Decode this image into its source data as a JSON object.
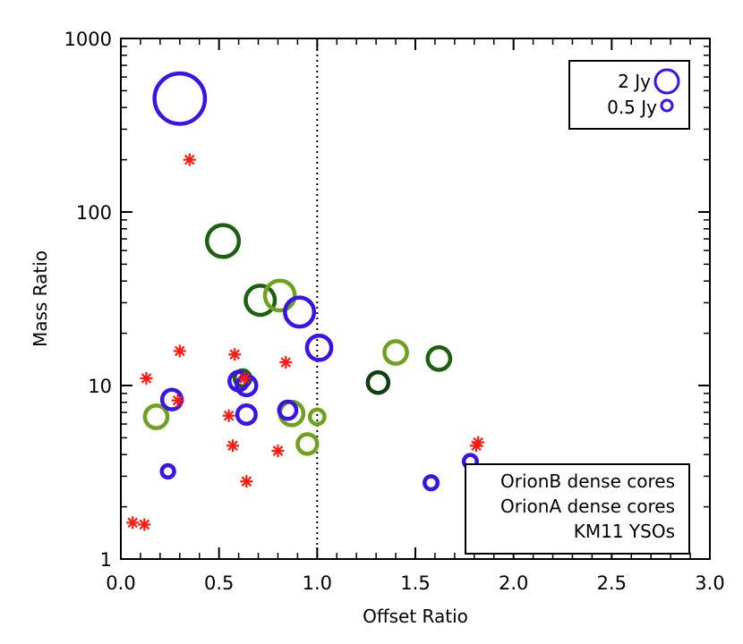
{
  "chart_data": {
    "type": "scatter",
    "xlabel": "Offset Ratio",
    "ylabel": "Mass Ratio",
    "xlim": [
      0.0,
      3.0
    ],
    "ylim": [
      1,
      1000
    ],
    "yscale": "log",
    "x_ticks": [
      "0.0",
      "0.5",
      "1.0",
      "1.5",
      "2.0",
      "2.5",
      "3.0"
    ],
    "y_ticks": [
      "1",
      "10",
      "100",
      "1000"
    ],
    "reference_line": {
      "x": 1.0,
      "style": "dotted"
    },
    "size_legend": {
      "placement": "top-right",
      "entries": [
        {
          "label": "2 Jy",
          "flux": 2.0
        },
        {
          "label": "0.5 Jy",
          "flux": 0.5
        }
      ],
      "color": "#3a14e6"
    },
    "series_legend": {
      "placement": "bottom-right",
      "entries": [
        {
          "label": "OrionB dense cores",
          "color": "#6fa01e"
        },
        {
          "label": "OrionA dense cores",
          "color": "#3a14e6"
        },
        {
          "label": "KM11 YSOs",
          "color": "#ff1a10"
        }
      ]
    },
    "series": [
      {
        "name": "OrionB dense cores",
        "marker": "circle",
        "points": [
          {
            "x": 0.18,
            "y": 6.6,
            "flux": 0.6,
            "color": "#6fa01e"
          },
          {
            "x": 0.52,
            "y": 68,
            "flux": 1.2,
            "color": "#1d6010"
          },
          {
            "x": 0.62,
            "y": 11.0,
            "flux": 0.3,
            "color": "#1d6010"
          },
          {
            "x": 0.71,
            "y": 31,
            "flux": 1.0,
            "color": "#1d6010"
          },
          {
            "x": 0.81,
            "y": 33,
            "flux": 1.05,
            "color": "#6fa01e"
          },
          {
            "x": 0.87,
            "y": 6.9,
            "flux": 0.65,
            "color": "#6fa01e"
          },
          {
            "x": 0.95,
            "y": 4.6,
            "flux": 0.45,
            "color": "#6fa01e"
          },
          {
            "x": 1.0,
            "y": 6.6,
            "flux": 0.25,
            "color": "#6fa01e"
          },
          {
            "x": 1.31,
            "y": 10.4,
            "flux": 0.5,
            "color": "#0e3f0e"
          },
          {
            "x": 1.4,
            "y": 15.5,
            "flux": 0.6,
            "color": "#6fa01e"
          },
          {
            "x": 1.62,
            "y": 14.3,
            "flux": 0.6,
            "color": "#1d6010"
          }
        ]
      },
      {
        "name": "OrionA dense cores",
        "marker": "circle",
        "points": [
          {
            "x": 0.24,
            "y": 3.2,
            "flux": 0.18,
            "color": "#3a14e6"
          },
          {
            "x": 0.26,
            "y": 8.3,
            "flux": 0.45,
            "color": "#3a14e6"
          },
          {
            "x": 0.3,
            "y": 450,
            "flux": 3.0,
            "color": "#3a14e6"
          },
          {
            "x": 0.6,
            "y": 10.6,
            "flux": 0.4,
            "color": "#3a14e6"
          },
          {
            "x": 0.64,
            "y": 10.0,
            "flux": 0.45,
            "color": "#3a14e6"
          },
          {
            "x": 0.64,
            "y": 6.8,
            "flux": 0.4,
            "color": "#3a14e6"
          },
          {
            "x": 0.85,
            "y": 7.2,
            "flux": 0.35,
            "color": "#3a14e6"
          },
          {
            "x": 0.91,
            "y": 26.5,
            "flux": 1.0,
            "color": "#3a14e6"
          },
          {
            "x": 1.01,
            "y": 16.5,
            "flux": 0.7,
            "color": "#3a14e6"
          },
          {
            "x": 1.58,
            "y": 2.75,
            "flux": 0.2,
            "color": "#3a14e6"
          },
          {
            "x": 1.78,
            "y": 3.65,
            "flux": 0.2,
            "color": "#3a14e6"
          }
        ]
      },
      {
        "name": "KM11 YSOs",
        "marker": "asterisk",
        "color": "#ff1a10",
        "points": [
          {
            "x": 0.06,
            "y": 1.62
          },
          {
            "x": 0.12,
            "y": 1.58
          },
          {
            "x": 0.13,
            "y": 11.0
          },
          {
            "x": 0.29,
            "y": 8.2
          },
          {
            "x": 0.3,
            "y": 15.8
          },
          {
            "x": 0.35,
            "y": 200
          },
          {
            "x": 0.55,
            "y": 6.7
          },
          {
            "x": 0.57,
            "y": 4.5
          },
          {
            "x": 0.58,
            "y": 15.1
          },
          {
            "x": 0.63,
            "y": 11.0
          },
          {
            "x": 0.64,
            "y": 2.8
          },
          {
            "x": 0.8,
            "y": 4.2
          },
          {
            "x": 0.84,
            "y": 13.6
          },
          {
            "x": 1.81,
            "y": 4.5
          },
          {
            "x": 1.82,
            "y": 4.7
          }
        ]
      }
    ]
  }
}
